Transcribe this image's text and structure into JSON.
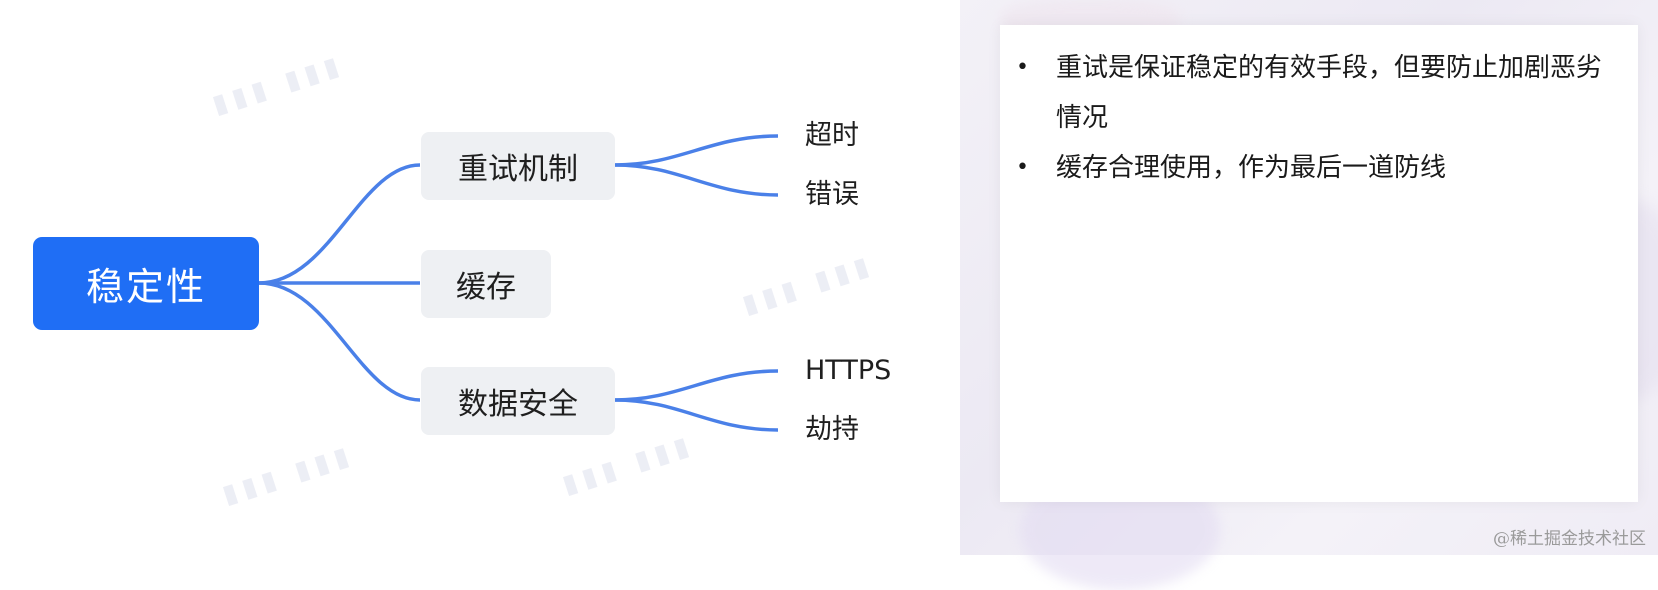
{
  "mindmap": {
    "root": {
      "label": "稳定性",
      "color": "#1f6ef5"
    },
    "branches": [
      {
        "label": "重试机制",
        "children": [
          {
            "label": "超时"
          },
          {
            "label": "错误"
          }
        ]
      },
      {
        "label": "缓存",
        "children": []
      },
      {
        "label": "数据安全",
        "children": [
          {
            "label": "HTTPS"
          },
          {
            "label": "劫持"
          }
        ]
      }
    ],
    "line_color": "#4a80e8",
    "branch_bg": "#eef0f3"
  },
  "notes": {
    "bullet": "•",
    "items": [
      {
        "text": "重试是保证稳定的有效手段，但要防止加剧恶劣情况"
      },
      {
        "text": "缓存合理使用，作为最后一道防线"
      }
    ]
  },
  "credit": "@稀土掘金技术社区"
}
